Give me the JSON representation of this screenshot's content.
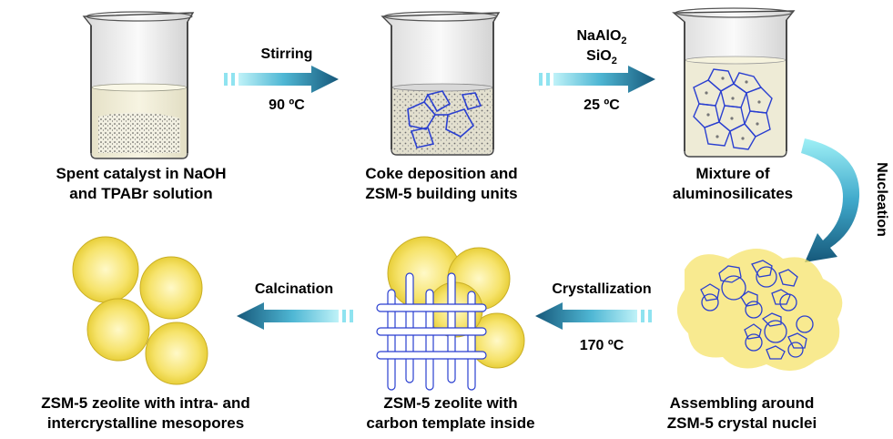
{
  "steps": [
    {
      "line1": "Spent catalyst in NaOH",
      "line2": "and TPABr solution"
    },
    {
      "line1": "Coke deposition and",
      "line2": "ZSM-5 building units"
    },
    {
      "line1": "Mixture of",
      "line2": "aluminosilicates"
    },
    {
      "line1": "Assembling around",
      "line2": "ZSM-5 crystal nuclei"
    },
    {
      "line1": "ZSM-5 zeolite with",
      "line2": "carbon template inside"
    },
    {
      "line1": "ZSM-5 zeolite with intra- and",
      "line2": "intercrystalline mesopores"
    }
  ],
  "arrows": {
    "a1": {
      "top": "Stirring",
      "bottom": "90 ºC"
    },
    "a2": {
      "top_1": "NaAlO",
      "top_1_sub": "2",
      "top_2": "SiO",
      "top_2_sub": "2",
      "bottom": "25 ºC"
    },
    "a3": {
      "label": "Nucleation"
    },
    "a4": {
      "top": "Crystallization",
      "bottom": "170 ºC"
    },
    "a5": {
      "top": "Calcination"
    }
  },
  "colors": {
    "arrow_dark": "#1e6e94",
    "arrow_light": "#8fe3f0",
    "particle_yellow": "#f6e36b",
    "framework_blue": "#2a3fd0"
  }
}
